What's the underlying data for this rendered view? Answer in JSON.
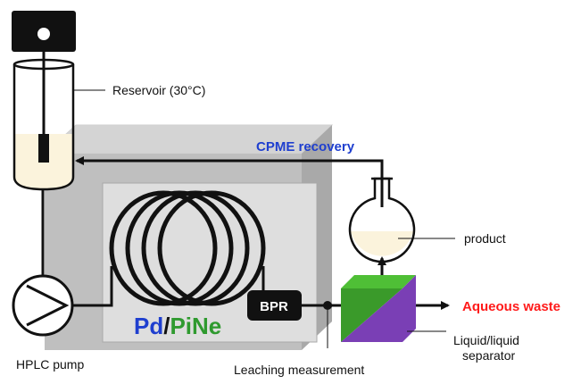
{
  "labels": {
    "reservoir": "Reservoir (30°C)",
    "cpme_recovery": "CPME recovery",
    "product": "product",
    "bpr": "BPR",
    "catalyst_pd": "Pd",
    "catalyst_sep": "/",
    "catalyst_pine": "PiNe",
    "aqueous_waste": "Aqueous waste",
    "separator_line1": "Liquid/liquid",
    "separator_line2": "separator",
    "hplc_pump": "HPLC pump",
    "leaching": "Leaching measurement"
  },
  "colors": {
    "line": "#111111",
    "oven_face": "#bfbfbf",
    "oven_inner": "#dedede",
    "oven_top": "#d4d4d4",
    "oven_side": "#a9a9a9",
    "liquid": "#fbf3dc",
    "cpme_text": "#1f3fcf",
    "pd_text": "#1f3fcf",
    "pine_text": "#2f9a2f",
    "waste_text": "#ff1a1a",
    "separator_green": "#3a9a2a",
    "separator_green_dark": "#1f6e15",
    "separator_purple": "#7a3fb5",
    "separator_top": "#4fbf36"
  }
}
